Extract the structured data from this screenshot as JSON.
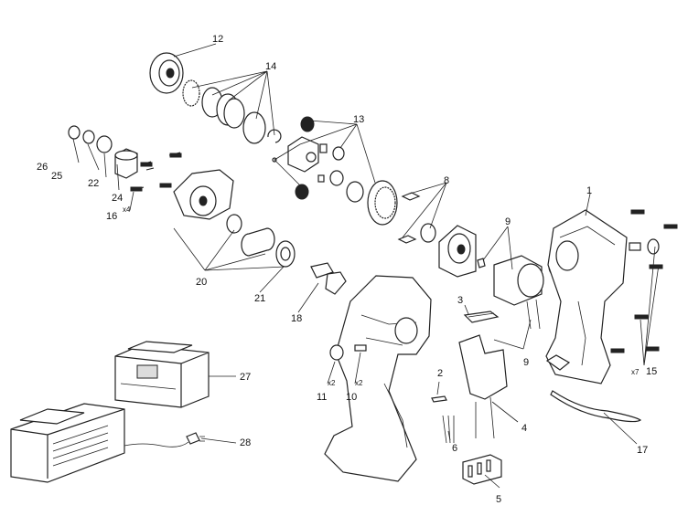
{
  "parts": [
    {
      "key": "p1",
      "number": "1"
    },
    {
      "key": "p2",
      "number": "2"
    },
    {
      "key": "p3",
      "number": "3"
    },
    {
      "key": "p4",
      "number": "4"
    },
    {
      "key": "p5",
      "number": "5"
    },
    {
      "key": "p6",
      "number": "6"
    },
    {
      "key": "p8",
      "number": "8"
    },
    {
      "key": "p9a",
      "number": "9"
    },
    {
      "key": "p9b",
      "number": "9"
    },
    {
      "key": "p10",
      "number": "10",
      "qty": "x2"
    },
    {
      "key": "p11",
      "number": "11",
      "qty": "x2"
    },
    {
      "key": "p12",
      "number": "12"
    },
    {
      "key": "p13",
      "number": "13"
    },
    {
      "key": "p14",
      "number": "14"
    },
    {
      "key": "p15",
      "number": "15",
      "qty": "x7"
    },
    {
      "key": "p16",
      "number": "16",
      "qty": "x4"
    },
    {
      "key": "p17",
      "number": "17"
    },
    {
      "key": "p18",
      "number": "18"
    },
    {
      "key": "p20",
      "number": "20"
    },
    {
      "key": "p21",
      "number": "21"
    },
    {
      "key": "p22",
      "number": "22"
    },
    {
      "key": "p24",
      "number": "24"
    },
    {
      "key": "p25",
      "number": "25"
    },
    {
      "key": "p26",
      "number": "26"
    },
    {
      "key": "p27",
      "number": "27"
    },
    {
      "key": "p28",
      "number": "28"
    }
  ]
}
